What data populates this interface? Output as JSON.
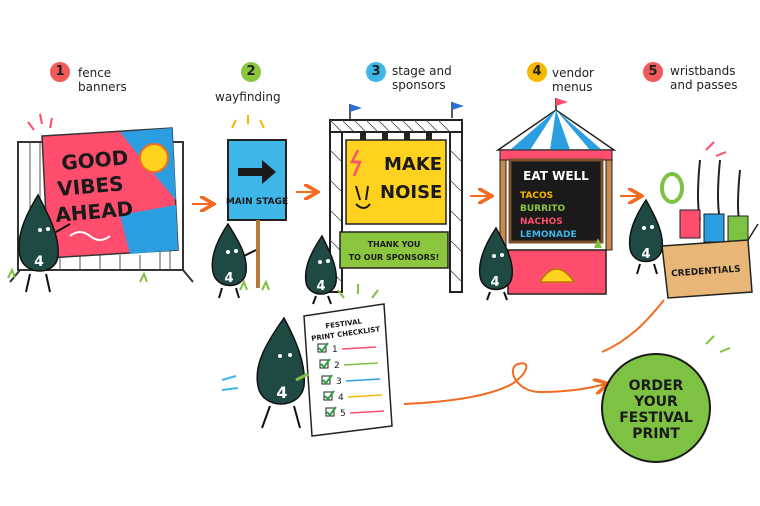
{
  "steps": [
    {
      "num": "1",
      "label": "fence\nbanners",
      "color": "#f05a5a"
    },
    {
      "num": "2",
      "label": "wayfinding",
      "color": "#8cc63f"
    },
    {
      "num": "3",
      "label": "stage and\nsponsors",
      "color": "#3fb6e8"
    },
    {
      "num": "4",
      "label": "vendor\nmenus",
      "color": "#f5b800"
    },
    {
      "num": "5",
      "label": "wristbands\nand passes",
      "color": "#f05a5a"
    }
  ],
  "mascot_badge": "4",
  "banner": {
    "line1": "GOOD",
    "line2": "VIBES",
    "line3": "AHEAD"
  },
  "sign": {
    "text": "MAIN STAGE"
  },
  "stage": {
    "line1": "MAKE",
    "line2": "NOISE",
    "sponsor1": "THANK YOU",
    "sponsor2": "TO OUR SPONSORS!"
  },
  "menu": {
    "title": "EAT WELL",
    "items": [
      "TACOS",
      "BURRITO",
      "NACHOS",
      "LEMONADE"
    ]
  },
  "box": {
    "label": "CREDENTIALS"
  },
  "checklist": {
    "title1": "FESTIVAL",
    "title2": "PRINT CHECKLIST",
    "items": [
      "1",
      "2",
      "3",
      "4",
      "5"
    ]
  },
  "cta": {
    "line1": "ORDER",
    "line2": "YOUR",
    "line3": "FESTIVAL",
    "line4": "PRINT"
  },
  "colors": {
    "green": "#7dc242",
    "orange": "#f26b21",
    "mascot": "#1f4a44",
    "yellow": "#ffd21f",
    "blue": "#2a9ee0",
    "pink": "#ff4d6d"
  }
}
